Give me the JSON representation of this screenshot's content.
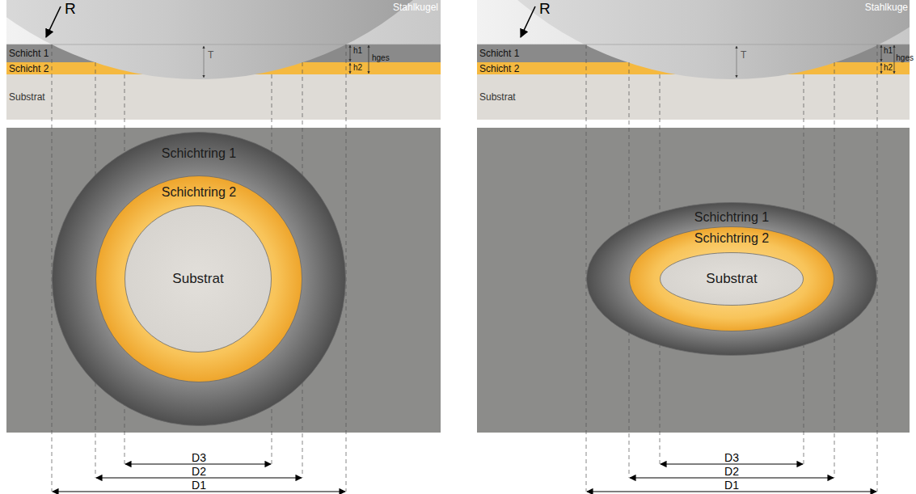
{
  "diagram": {
    "nodes": [
      {
        "text": [
          "Schichtring 1"
        ]
      },
      {
        "text": [
          "Schichtring 2"
        ],
        "in": 0
      },
      {
        "text": [
          "Substrat"
        ],
        "in": 1
      },
      {
        "text": [
          "Schichtring 1"
        ]
      },
      {
        "text": [
          "Schichtring 2"
        ],
        "in": 3
      },
      {
        "text": [
          "Substrat"
        ],
        "in": 4
      }
    ],
    "labels": [
      "Stahlkugel",
      "R",
      "T",
      "Schicht 1",
      "h1",
      "hges",
      "Schicht 2",
      "h2",
      "Substrat",
      "D3",
      "D2",
      "D1",
      "Stahlkuge",
      "R",
      "T",
      "Schicht 1",
      "h1",
      "hges",
      "Schicht 2",
      "h2",
      "Substrat",
      "D3",
      "D2",
      "D1"
    ]
  }
}
